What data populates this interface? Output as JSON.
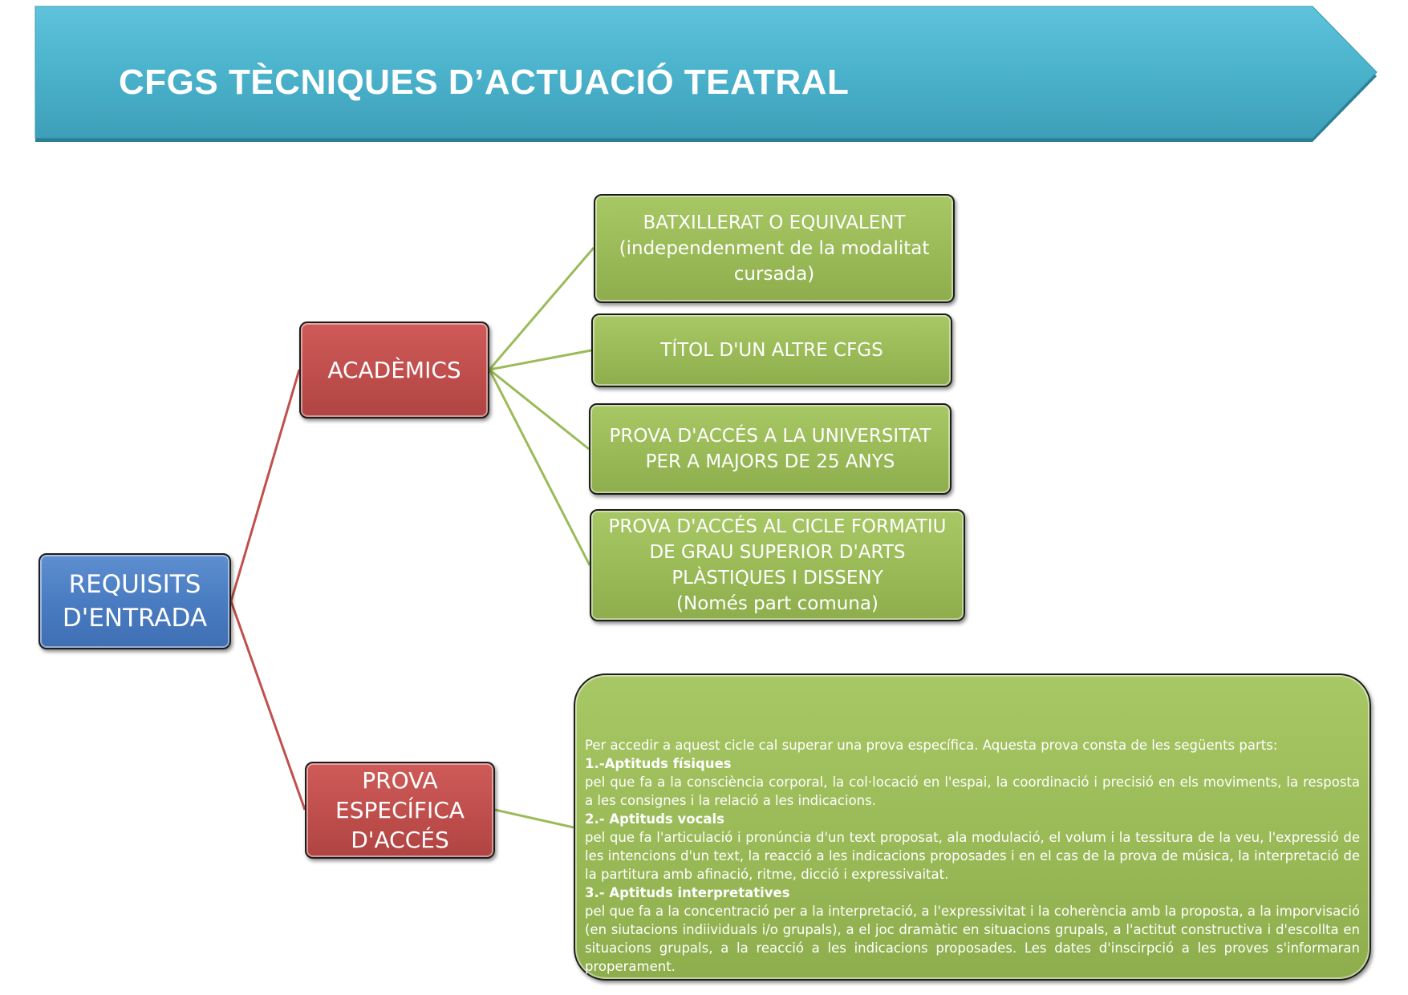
{
  "header": {
    "title": "CFGS TÈCNIQUES D’ACTUACIÓ TEATRAL",
    "color": "#4bacc6"
  },
  "colors": {
    "root": "#4f81bd",
    "branch": "#c0504d",
    "leaf": "#9bbb59",
    "branch_line": "#c0504d",
    "leaf_line": "#9bbb59"
  },
  "root": {
    "lines": [
      "REQUISITS",
      "D'ENTRADA"
    ]
  },
  "branches": [
    {
      "lines": [
        "ACADÈMICS"
      ],
      "leaves": [
        {
          "lines": [
            "BATXILLERAT O EQUIVALENT",
            "(independenment de la modalitat",
            "cursada)"
          ]
        },
        {
          "lines": [
            "TÍTOL D'UN ALTRE CFGS"
          ]
        },
        {
          "lines": [
            "PROVA D'ACCÉS A LA UNIVERSITAT",
            "PER A MAJORS DE 25 ANYS"
          ]
        },
        {
          "lines": [
            "PROVA D'ACCÉS AL CICLE FORMATIU",
            "DE GRAU SUPERIOR D'ARTS",
            "PLÀSTIQUES I DISSENY",
            "(Només part comuna)"
          ]
        }
      ]
    },
    {
      "lines": [
        "PROVA",
        "ESPECÍFICA",
        "D'ACCÉS"
      ],
      "leaves": [
        {
          "intro": "Per accedir a aquest cicle cal superar una prova específica. Aquesta prova consta de les següents parts:",
          "part1_title": "1.-Aptituds físiques",
          "part1_text": "pel que fa a la consciència corporal, la col·locació en l'espai, la coordinació i precisió en els moviments, la resposta a les consignes i la relació a les indicacions.",
          "part2_title": "2.- Aptituds vocals",
          "part2_text": "pel que fa l'articulació i pronúncia d'un text proposat, ala modulació, el volum i la tessitura de la veu, l'expressió de les intencions d'un text, la reacció a les indicacions proposades i en el cas de la prova de música, la interpretació de la partitura amb afinació, ritme, dicció i expressivaitat.",
          "part3_title": "3.- Aptituds interpretatives",
          "part3_text": "pel que fa a la concentració per a la interpretació, a l'expressivitat i la coherència amb la proposta, a la imporvisació (en siutacions indiividuals i/o grupals), a el joc dramàtic en situacions grupals, a l'actitut constructiva i d'escollta en situacions grupals, a la reacció a les indicacions proposades. Les dates d'inscirpció a les proves s'informaran properament."
        }
      ]
    }
  ]
}
